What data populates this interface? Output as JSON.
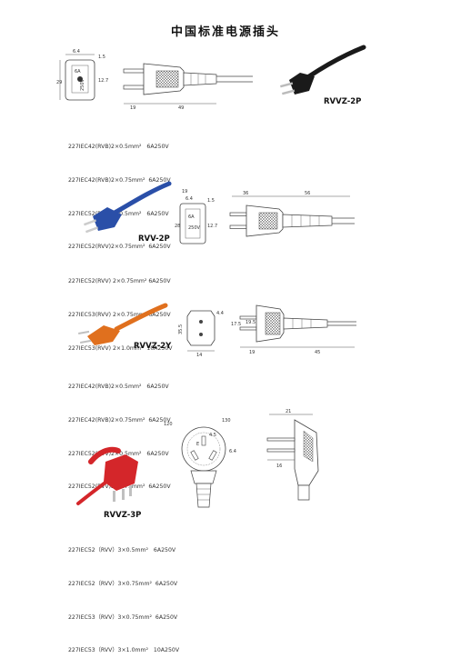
{
  "page": {
    "title": "中国标准电源插头"
  },
  "sections": [
    {
      "label": "RVVZ-2P",
      "specs": [
        "227IEC42(RVB)2×0.5mm²   6A250V",
        "227IEC42(RVB)2×0.75mm²  6A250V",
        "227IEC52(RVV)2×0.5mm²   6A250V",
        "227IEC52(RVV)2×0.75mm²  6A250V"
      ],
      "drawing_dims": [
        "6.4",
        "1.5",
        "12.7",
        "29",
        "19",
        "49"
      ],
      "drawing_text": [
        "6A",
        "250V"
      ]
    },
    {
      "label": "RVV-2P",
      "specs": [
        "227IEC52(RVV) 2×0.75mm² 6A250V",
        "227IEC53(RVV) 2×0.75mm² 6A250V",
        "227IEC53(RVV) 2×1.0mm²  10A250V"
      ],
      "drawing_dims": [
        "19",
        "6.4",
        "1.5",
        "28",
        "12.7",
        "36",
        "56"
      ],
      "drawing_text": [
        "6A",
        "250V"
      ]
    },
    {
      "label": "RVVZ-2Y",
      "specs": [
        "227IEC42(RVB)2×0.5mm²   6A250V",
        "227IEC42(RVB)2×0.75mm²  6A250V",
        "227IEC52(RVV)2×0.5mm²   6A250V",
        "227IEC52(RVV)2×0.75mm²  6A250V"
      ],
      "drawing_dims": [
        "35.5",
        "4.4",
        "14",
        "17.5",
        "19.5",
        "19",
        "45"
      ]
    },
    {
      "label": "RVVZ-3P",
      "specs": [
        "227IEC52（RVV）3×0.5mm²   6A250V",
        "227IEC52（RVV）3×0.75mm²  6A250V",
        "227IEC53（RVV）3×0.75mm²  6A250V",
        "227IEC53（RVV）3×1.0mm²   10A250V"
      ],
      "drawing_dims": [
        "120",
        "130",
        "6.4",
        "21",
        "16",
        "4.5"
      ],
      "drawing_text": [
        "E"
      ]
    }
  ],
  "colors": {
    "cable_black": "#1a1a1a",
    "cable_blue": "#2a4fa8",
    "cable_orange": "#e0701e",
    "cable_red": "#d4262a",
    "drawing_line": "#444444",
    "metal_pin": "#c9c9c9"
  }
}
